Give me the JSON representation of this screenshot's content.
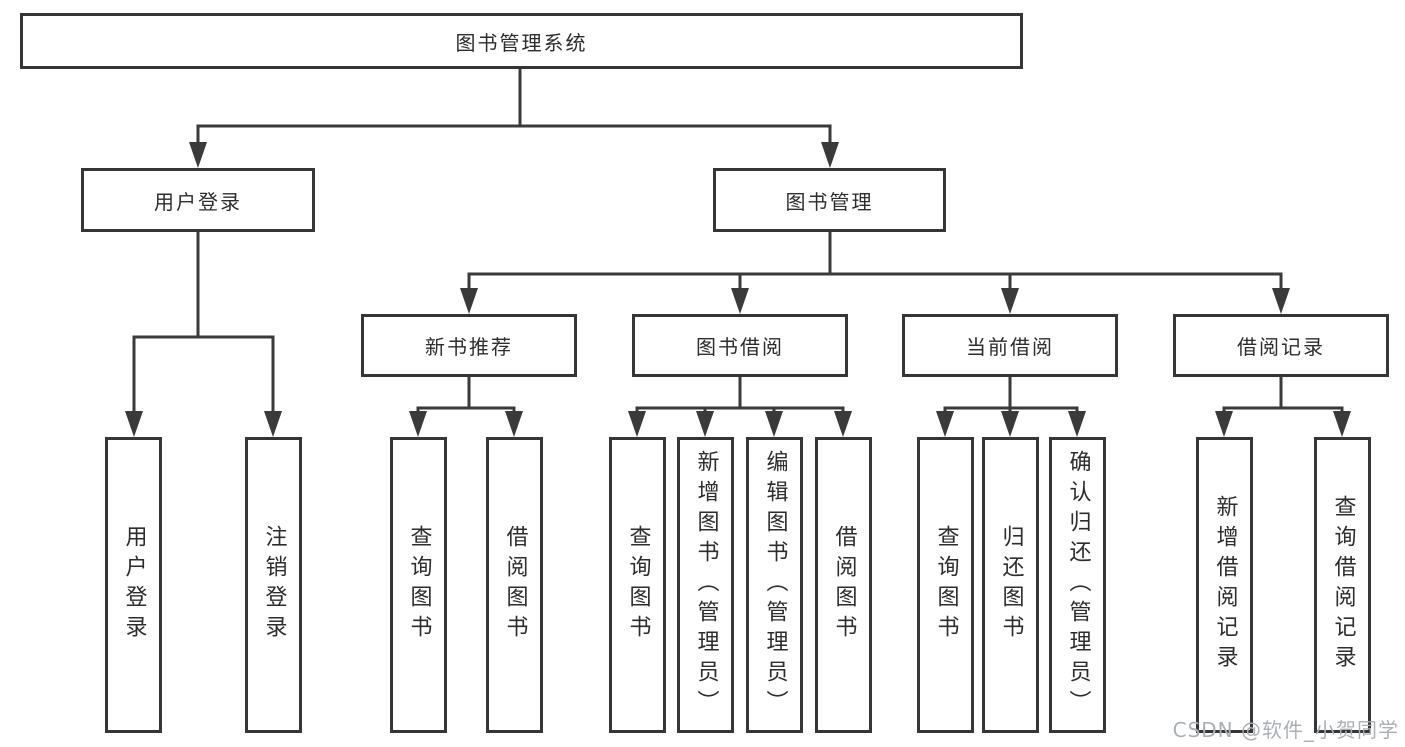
{
  "tree": {
    "root": {
      "label": "图书管理系统"
    },
    "branches": [
      {
        "label": "用户登录",
        "children": [
          {
            "label": "用户登录"
          },
          {
            "label": "注销登录"
          }
        ]
      },
      {
        "label": "图书管理",
        "children": [
          {
            "label": "新书推荐",
            "children": [
              {
                "label": "查询图书"
              },
              {
                "label": "借阅图书"
              }
            ]
          },
          {
            "label": "图书借阅",
            "children": [
              {
                "label": "查询图书"
              },
              {
                "label": "新增图书（管理员）"
              },
              {
                "label": "编辑图书（管理员）"
              },
              {
                "label": "借阅图书"
              }
            ]
          },
          {
            "label": "当前借阅",
            "children": [
              {
                "label": "查询图书"
              },
              {
                "label": "归还图书"
              },
              {
                "label": "确认归还（管理员）"
              }
            ]
          },
          {
            "label": "借阅记录",
            "children": [
              {
                "label": "新增借阅记录"
              },
              {
                "label": "查询借阅记录"
              }
            ]
          }
        ]
      }
    ]
  },
  "watermark": {
    "text": "CSDN @软件_小贺同学"
  },
  "colors": {
    "line": "#3a3a3a",
    "box_border": "#363636",
    "text": "#2d2d2d",
    "watermark": "#aab0b6",
    "background": "#ffffff"
  }
}
